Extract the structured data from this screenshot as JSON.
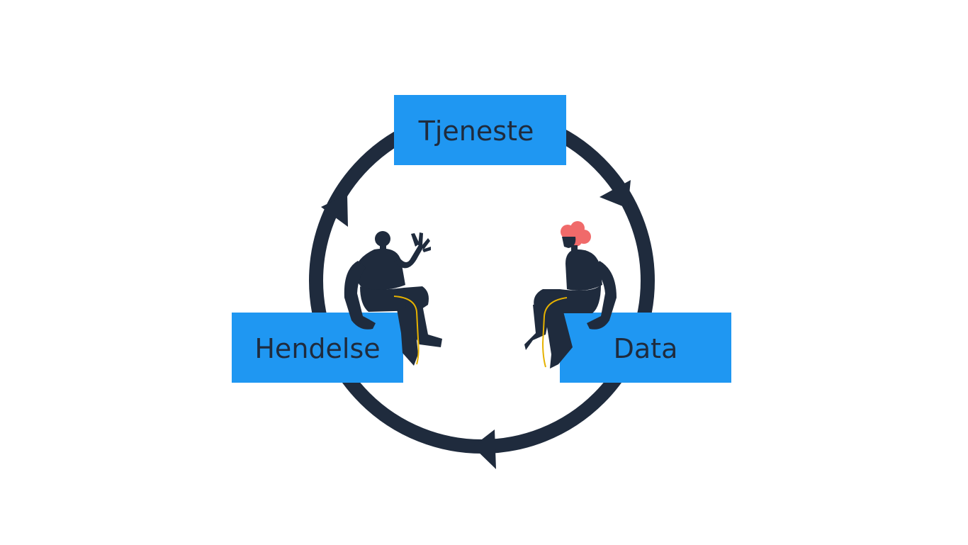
{
  "diagram": {
    "nodes": [
      {
        "id": "tjeneste",
        "label": "Tjeneste"
      },
      {
        "id": "data",
        "label": "Data"
      },
      {
        "id": "hendelse",
        "label": "Hendelse"
      }
    ],
    "flow": [
      "tjeneste",
      "data",
      "hendelse"
    ],
    "direction": "clockwise",
    "figures": [
      "person-waving",
      "person-with-red-hair"
    ]
  },
  "colors": {
    "box": "#1f97f2",
    "ring": "#1f2b3d",
    "text": "#1f2b3d",
    "hair": "#f06a6a",
    "accent": "#e6b200",
    "background": "#ffffff"
  }
}
